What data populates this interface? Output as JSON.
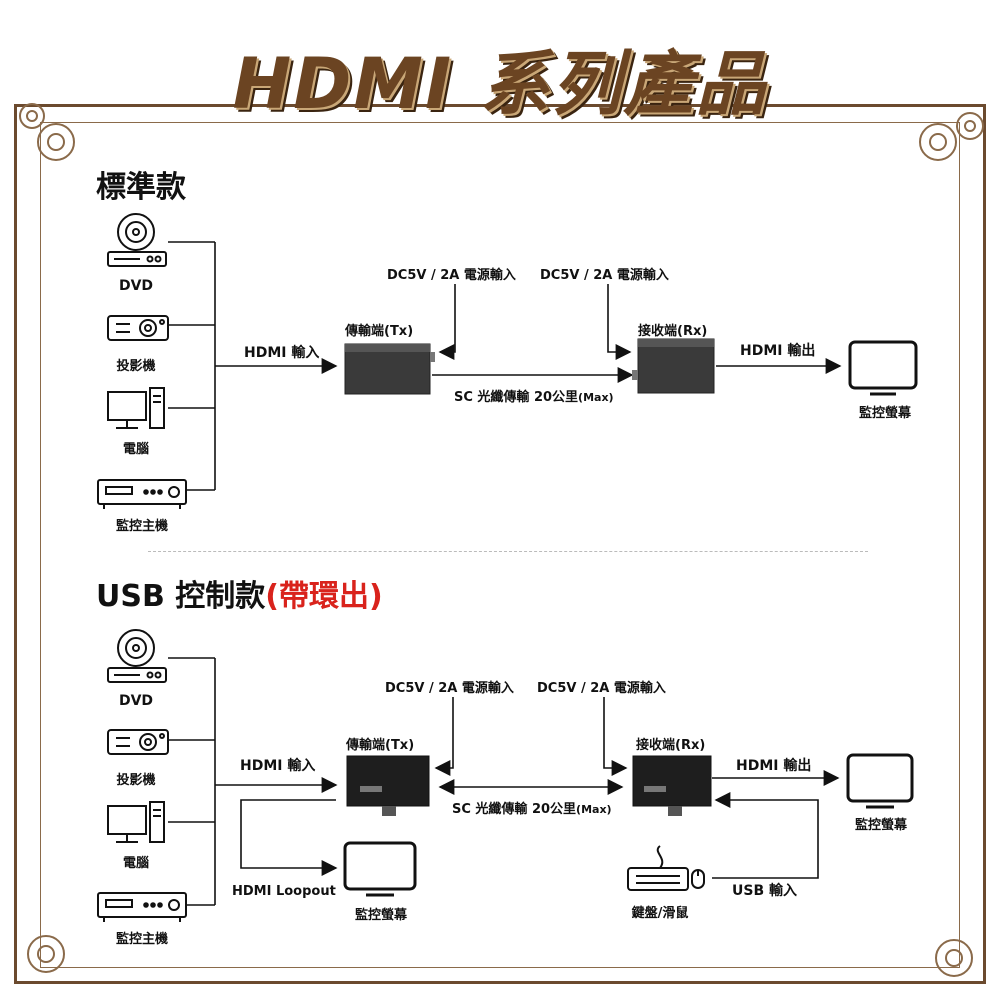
{
  "title": "HDMI 系列產品",
  "standard": {
    "heading": "標準款",
    "sources": [
      "DVD",
      "投影機",
      "電腦",
      "監控主機"
    ],
    "hdmi_in": "HDMI 輸入",
    "tx_label": "傳輸端(Tx)",
    "rx_label": "接收端(Rx)",
    "power_tx": "DC5V / 2A 電源輸入",
    "power_rx": "DC5V / 2A 電源輸入",
    "fiber": "SC 光纖傳輸 20公里",
    "fiber_max": "(Max)",
    "hdmi_out": "HDMI 輸出",
    "monitor": "監控螢幕"
  },
  "usb": {
    "heading_main": "USB 控制款",
    "heading_highlight": "(帶環出)",
    "sources": [
      "DVD",
      "投影機",
      "電腦",
      "監控主機"
    ],
    "hdmi_in": "HDMI 輸入",
    "tx_label": "傳輸端(Tx)",
    "rx_label": "接收端(Rx)",
    "power_tx": "DC5V / 2A 電源輸入",
    "power_rx": "DC5V / 2A 電源輸入",
    "fiber": "SC 光纖傳輸 20公里",
    "fiber_max": "(Max)",
    "hdmi_out": "HDMI 輸出",
    "monitor": "監控螢幕",
    "loopout": "HDMI Loopout",
    "loop_monitor": "監控螢幕",
    "keyboard_mouse": "鍵盤/滑鼠",
    "usb_in": "USB 輸入"
  },
  "colors": {
    "frame": "#6b4a2e",
    "highlight": "#d9231c",
    "title": "#6b4422"
  }
}
